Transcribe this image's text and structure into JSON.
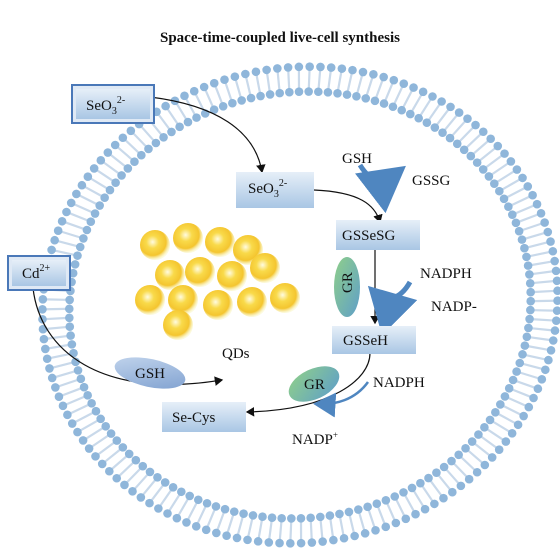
{
  "title": "Space-time-coupled live-cell synthesis",
  "nodes": {
    "seo3_outside": {
      "base": "SeO",
      "sub": "3",
      "sup": "2-"
    },
    "seo3_inside": {
      "base": "SeO",
      "sub": "3",
      "sup": "2-"
    },
    "cd_outside": {
      "base": "Cd",
      "sup": "2+"
    },
    "gssesg": "GSSeSG",
    "gssech": "GSSeH",
    "secys": "Se-Cys"
  },
  "labels": {
    "gsh_top": "GSH",
    "gssg": "GSSG",
    "nadph_1": "NADPH",
    "nadp_1": "NADP-",
    "nadph_2": "NADPH",
    "nadp_2": "NADP",
    "nadp_2_sup": "+",
    "qds": "QDs"
  },
  "enzymes": {
    "gr_1": "GR",
    "gr_2": "GR",
    "gsh": "GSH"
  },
  "colors": {
    "membrane_head": "#8fb6da",
    "membrane_tail": "#c9d9ea",
    "box_fill": "#c3d7ec",
    "box_stroke": "#9bbbdc",
    "arrow": "#111111",
    "curved_arrow": "#4f86c0",
    "qd_outer": "#f5ec84",
    "qd_inner": "#f6c23a",
    "enzyme_green": "#6dbb6d",
    "enzyme_blue": "#9db9df"
  }
}
